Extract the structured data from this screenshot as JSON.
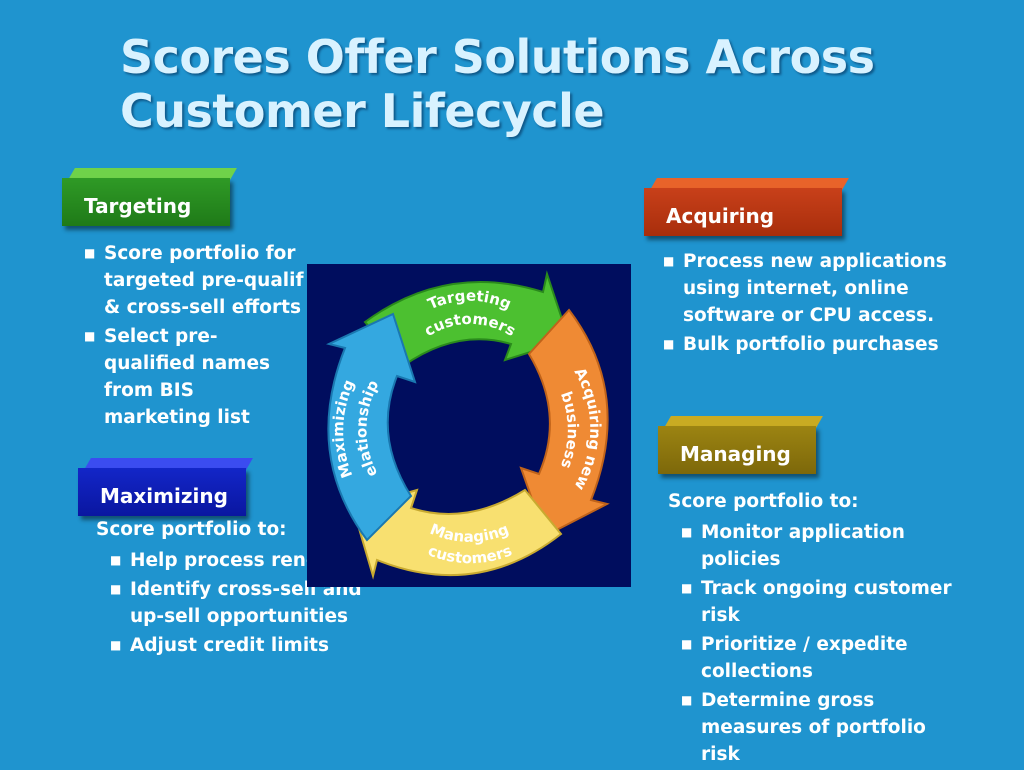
{
  "title": "Scores Offer Solutions Across Customer Lifecycle",
  "targeting": {
    "label": "Targeting",
    "bullets": [
      "Score portfolio for targeted pre-qualif & cross-sell efforts",
      "Select pre-qualified names from BIS marketing list"
    ]
  },
  "acquiring": {
    "label": "Acquiring",
    "bullets": [
      "Process new applications using internet, online software or  CPU access.",
      "Bulk portfolio purchases"
    ]
  },
  "managing": {
    "label": "Managing",
    "intro": "Score portfolio to:",
    "bullets": [
      "Monitor application policies",
      "Track ongoing customer risk",
      "Prioritize / expedite collections",
      "Determine gross measures of portfolio risk"
    ]
  },
  "maximizing": {
    "label": "Maximizing",
    "intro": "Score portfolio to:",
    "bullets": [
      "Help process rene",
      "Identify cross-sell and up-sell opportunities",
      "Adjust credit limits"
    ]
  },
  "cycle": {
    "targeting_line1": "Targeting",
    "targeting_line2": "customers",
    "acquiring_line1": "Acquiring new",
    "acquiring_line2": "business",
    "managing_line1": "Managing",
    "managing_line2": "customers",
    "maximizing_line1": "Maximizing",
    "maximizing_line2": "relationships"
  },
  "colors": {
    "background": "#1f94cf",
    "targeting": "#3aa028",
    "acquiring": "#c43a10",
    "managing": "#a88a10",
    "maximizing": "#1020c8"
  }
}
